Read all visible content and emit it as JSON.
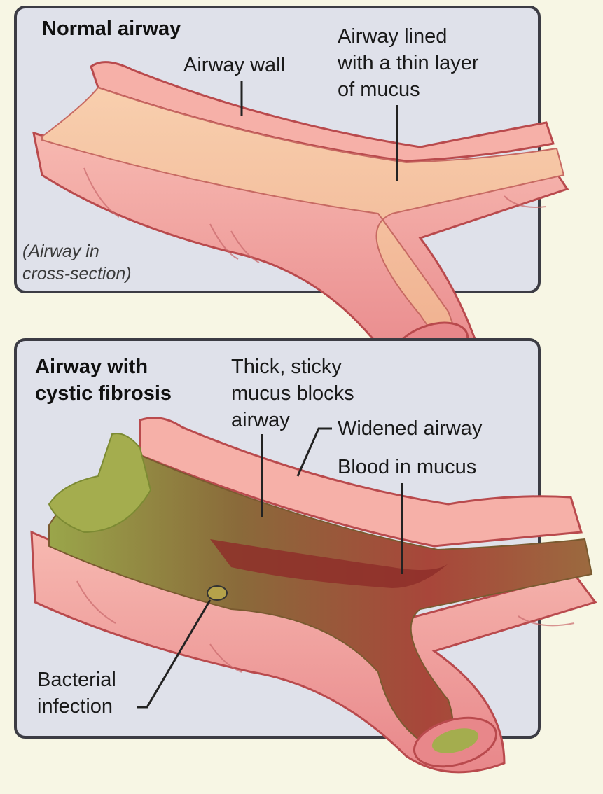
{
  "colors": {
    "background": "#f7f6e4",
    "panel": "#dfe1ea",
    "panel_border": "#3c3c44",
    "airway_wall": "#f2a7a0",
    "airway_outline": "#b94a4d",
    "mucus_thin": "#f6c7a4",
    "mucus_thick": "#b24a3a",
    "infection_green": "#8a9a3e"
  },
  "panel_top": {
    "title": "Normal airway",
    "labels": {
      "airway_wall": "Airway wall",
      "mucus_layer": "Airway lined\nwith a thin layer\nof mucus",
      "cross_section": "(Airway in\ncross-section)"
    }
  },
  "panel_bottom": {
    "title": "Airway with\ncystic fibrosis",
    "labels": {
      "thick_mucus": "Thick, sticky\nmucus blocks\nairway",
      "widened": "Widened airway",
      "blood": "Blood in mucus",
      "infection": "Bacterial\ninfection"
    }
  }
}
